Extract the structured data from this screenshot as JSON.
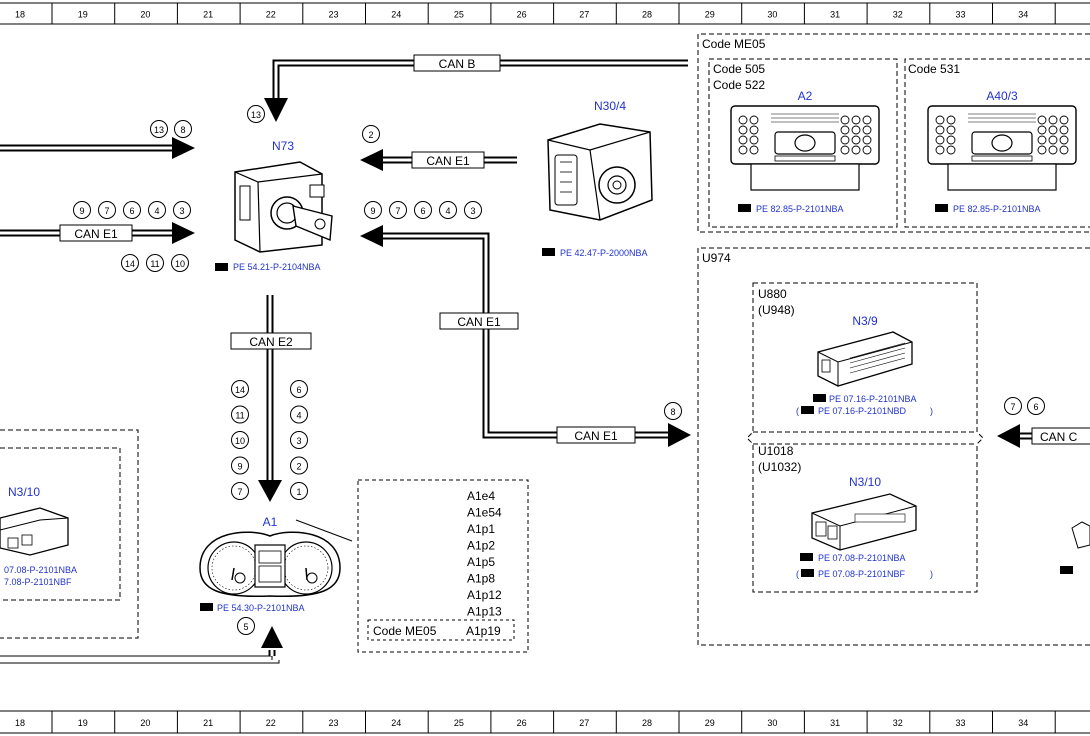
{
  "grid_numbers": [
    "18",
    "19",
    "20",
    "21",
    "22",
    "23",
    "24",
    "25",
    "26",
    "27",
    "28",
    "29",
    "30",
    "31",
    "32",
    "33",
    "34"
  ],
  "colors": {
    "blue": "#2233cc",
    "line": "#000000"
  },
  "buses": {
    "can_b": "CAN B",
    "can_e1_upper": "CAN E1",
    "can_e1_left": "CAN E1",
    "can_e1_mid": "CAN E1",
    "can_e1_lower": "CAN E1",
    "can_e2": "CAN E2",
    "can_c_partial": "CAN C"
  },
  "components": {
    "n73": {
      "label": "N73",
      "ref": "PE 54.21-P-2104NBA"
    },
    "n30_4": {
      "label": "N30/4",
      "ref": "PE 42.47-P-2000NBA"
    },
    "a1": {
      "label": "A1",
      "ref": "PE 54.30-P-2101NBA"
    },
    "a2": {
      "label": "A2",
      "ref": "PE 82.85-P-2101NBA"
    },
    "a40_3": {
      "label": "A40/3",
      "ref": "PE 82.85-P-2101NBA"
    },
    "n3_9": {
      "label": "N3/9",
      "ref1": "PE 07.16-P-2101NBA",
      "ref2": "PE 07.16-P-2101NBD"
    },
    "n3_10_right": {
      "label": "N3/10",
      "ref1": "PE 07.08-P-2101NBA",
      "ref2": "PE 07.08-P-2101NBF"
    },
    "n3_10_left": {
      "label": "N3/10",
      "ref1": "07.08-P-2101NBA",
      "ref2": "7.08-P-2101NBF"
    }
  },
  "codes": {
    "me05": "Code ME05",
    "c505": "Code 505",
    "c522": "Code 522",
    "c531": "Code 531",
    "u974": "U974",
    "u880": "U880",
    "u948": "(U948)",
    "u1018": "U1018",
    "u1032": "(U1032)"
  },
  "a1_parts": [
    "A1e4",
    "A1e54",
    "A1p1",
    "A1p2",
    "A1p5",
    "A1p8",
    "A1p12",
    "A1p13"
  ],
  "a1_code_box": {
    "code": "Code ME05",
    "part": "A1p19"
  },
  "circles": {
    "n73_top": "13",
    "can_b_in": [
      "13",
      "8"
    ],
    "left_e1_top": [
      "9",
      "7",
      "6",
      "4",
      "3"
    ],
    "left_e1_bottom": [
      "14",
      "11",
      "10"
    ],
    "n30_to_n73": "2",
    "e1_into_n73": [
      "9",
      "7",
      "6",
      "4",
      "3"
    ],
    "e2_left": [
      "14",
      "11",
      "10",
      "9",
      "7"
    ],
    "e2_right": [
      "6",
      "4",
      "3",
      "2",
      "1"
    ],
    "a1_in": "5",
    "lower_e1": "8",
    "right_in": [
      "7",
      "6"
    ]
  }
}
